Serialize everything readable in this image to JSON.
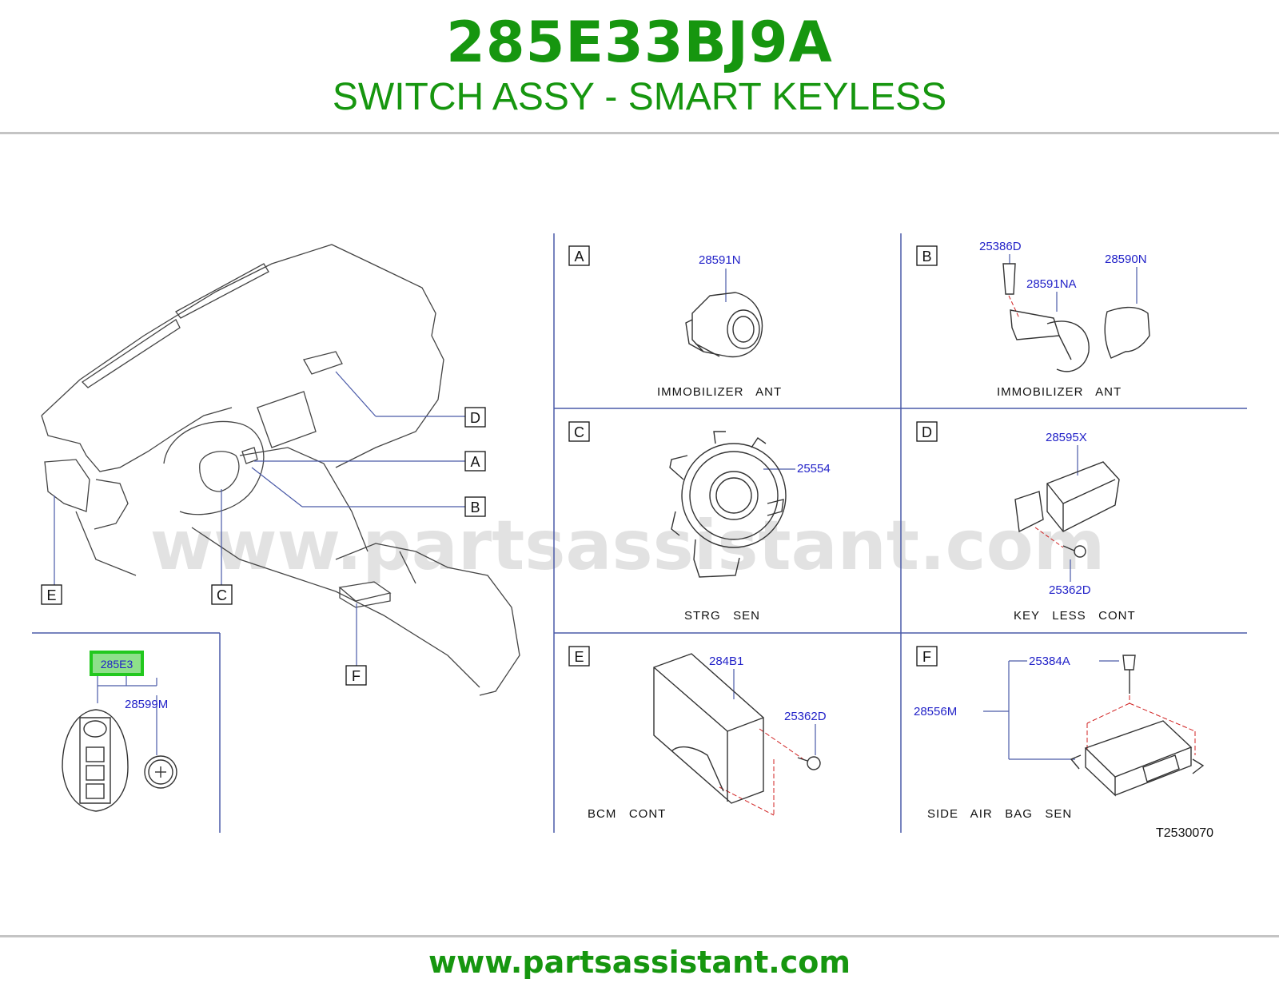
{
  "header": {
    "part_number": "285E33BJ9A",
    "description": "SWITCH ASSY - SMART KEYLESS"
  },
  "watermark": "www.partsassistant.com",
  "footer": {
    "url": "www.partsassistant.com"
  },
  "diagram": {
    "drawing_code": "T2530070",
    "overview_callouts": [
      "D",
      "A",
      "B",
      "E",
      "C",
      "F"
    ],
    "key_fob": {
      "highlighted_part": "285E3",
      "battery_part": "28599M"
    },
    "panels": {
      "A": {
        "letter": "A",
        "parts": [
          "28591N"
        ],
        "caption": "IMMOBILIZER   ANT"
      },
      "B": {
        "letter": "B",
        "parts": [
          "25386D",
          "28591NA",
          "28590N"
        ],
        "caption": "IMMOBILIZER   ANT"
      },
      "C": {
        "letter": "C",
        "parts": [
          "25554"
        ],
        "caption": "STRG   SEN"
      },
      "D": {
        "letter": "D",
        "parts": [
          "28595X",
          "25362D"
        ],
        "caption": "KEY   LESS   CONT"
      },
      "E": {
        "letter": "E",
        "parts": [
          "284B1",
          "25362D"
        ],
        "caption": "BCM   CONT"
      },
      "F": {
        "letter": "F",
        "parts": [
          "25384A",
          "28556M"
        ],
        "caption": "SIDE   AIR   BAG   SEN"
      }
    }
  },
  "colors": {
    "brand_green": "#16960f",
    "part_label_blue": "#2222c8",
    "highlight_green": "#22c81e",
    "grid_blue": "#4a5aa8",
    "leader_red": "#d02020"
  }
}
